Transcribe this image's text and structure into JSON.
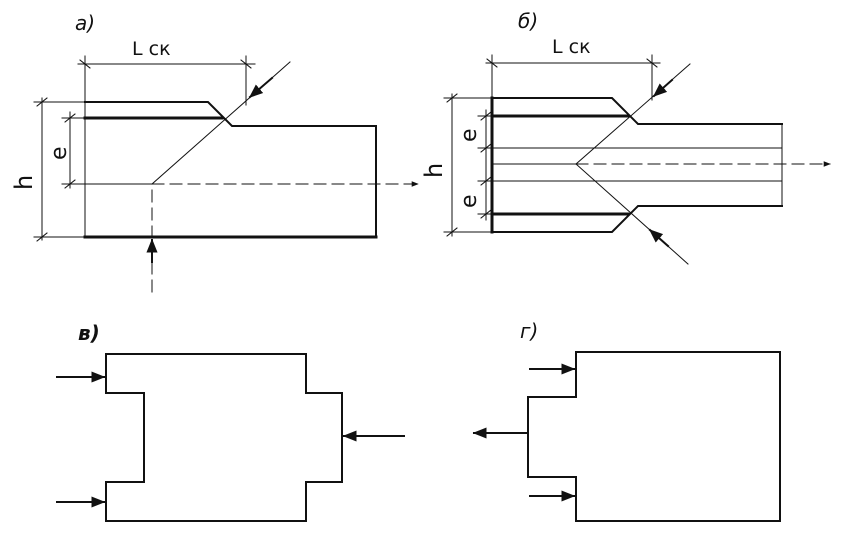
{
  "panels": {
    "a": {
      "label": "а)",
      "length_label": "L ск",
      "height_label": "h",
      "offset_label": "е"
    },
    "b": {
      "label": "б)",
      "length_label": "L ск",
      "height_label": "h",
      "offset_label_top": "е",
      "offset_label_bottom": "е"
    },
    "v": {
      "label": "в)"
    },
    "g": {
      "label": "г)"
    }
  },
  "colors": {
    "ink": "#111111",
    "paper": "#ffffff"
  }
}
